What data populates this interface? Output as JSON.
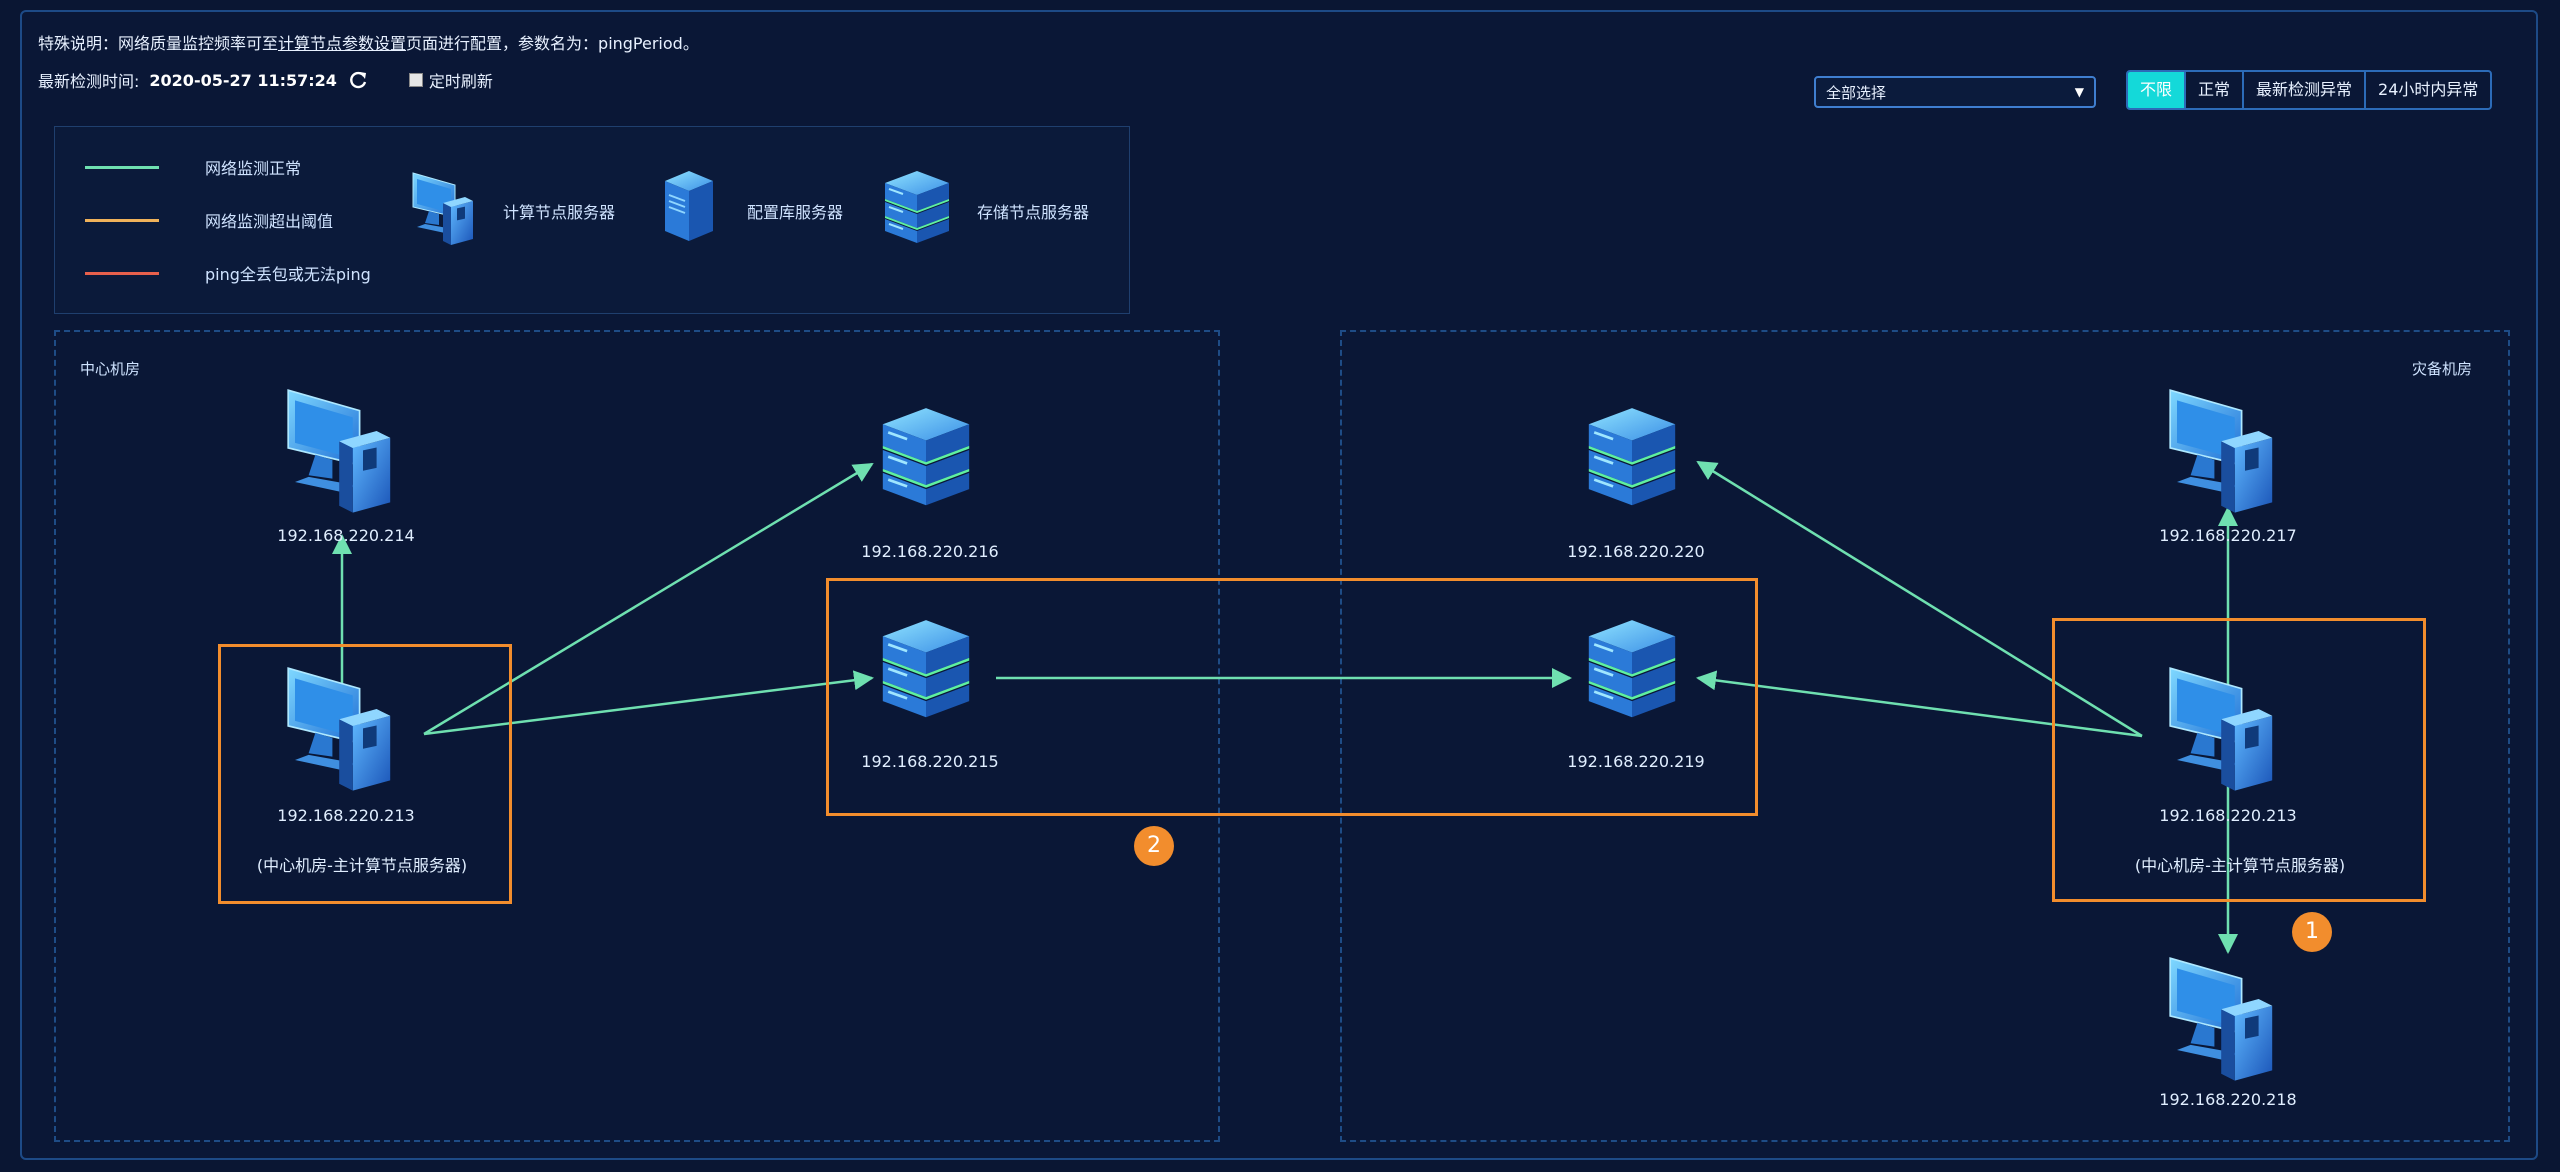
{
  "header": {
    "notice_prefix": "特殊说明：网络质量监控频率可至",
    "notice_link": "计算节点参数设置",
    "notice_suffix": "页面进行配置，参数名为：pingPeriod。",
    "detect_label": "最新检测时间:",
    "detect_time": "2020-05-27 11:57:24",
    "timer_label": "定时刷新"
  },
  "filters": {
    "select_value": "全部选择",
    "buttons": [
      "不限",
      "正常",
      "最新检测异常",
      "24小时内异常"
    ],
    "active_index": 0
  },
  "legend": {
    "lines": [
      {
        "label": "网络监测正常",
        "color": "#6fe0b0"
      },
      {
        "label": "网络监测超出阈值",
        "color": "#f0b25a"
      },
      {
        "label": "ping全丢包或无法ping",
        "color": "#e8604c"
      }
    ],
    "icons": [
      {
        "label": "计算节点服务器",
        "icon": "computer-icon"
      },
      {
        "label": "配置库服务器",
        "icon": "tower-server-icon"
      },
      {
        "label": "存储节点服务器",
        "icon": "storage-server-icon"
      }
    ]
  },
  "zones": {
    "center": "中心机房",
    "backup": "灾备机房"
  },
  "nodes": {
    "c214": {
      "ip": "192.168.220.214"
    },
    "c213": {
      "ip": "192.168.220.213",
      "sub": "(中心机房-主计算节点服务器)"
    },
    "s216": {
      "ip": "192.168.220.216"
    },
    "s215": {
      "ip": "192.168.220.215"
    },
    "s220": {
      "ip": "192.168.220.220"
    },
    "s219": {
      "ip": "192.168.220.219"
    },
    "b217": {
      "ip": "192.168.220.217"
    },
    "b213": {
      "ip": "192.168.220.213",
      "sub": "(中心机房-主计算节点服务器)"
    },
    "b218": {
      "ip": "192.168.220.218"
    }
  },
  "badges": {
    "one": "1",
    "two": "2"
  },
  "colors": {
    "link_normal": "#6fe0b0",
    "highlight": "#f28d2d",
    "active_filter": "#14d9d9"
  }
}
